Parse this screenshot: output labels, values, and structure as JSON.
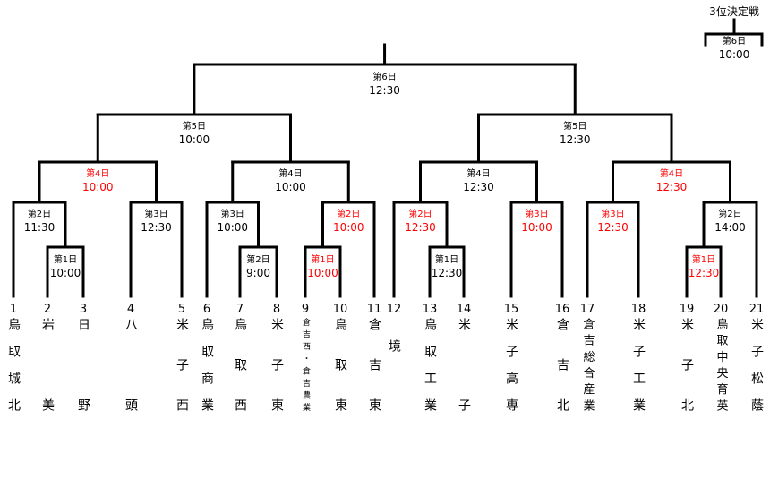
{
  "line_color": "#000000",
  "accent_red": "#ff0000",
  "third_place": {
    "title": "3位決定戦",
    "day": "第6日",
    "time": "10:00"
  },
  "final": {
    "day": "第6日",
    "time": "12:30",
    "red": false
  },
  "semis": [
    {
      "day": "第5日",
      "time": "10:00",
      "red": false
    },
    {
      "day": "第5日",
      "time": "12:30",
      "red": false
    }
  ],
  "quarters": [
    {
      "day": "第4日",
      "time": "10:00",
      "red": true
    },
    {
      "day": "第4日",
      "time": "10:00",
      "red": false
    },
    {
      "day": "第4日",
      "time": "12:30",
      "red": false
    },
    {
      "day": "第4日",
      "time": "12:30",
      "red": true
    }
  ],
  "round2": [
    {
      "day": "第2日",
      "time": "11:30",
      "red": false
    },
    {
      "day": "第3日",
      "time": "12:30",
      "red": false
    },
    {
      "day": "第3日",
      "time": "10:00",
      "red": false
    },
    {
      "day": "第2日",
      "time": "10:00",
      "red": true
    },
    {
      "day": "第2日",
      "time": "12:30",
      "red": true
    },
    {
      "day": "第3日",
      "time": "10:00",
      "red": true
    },
    {
      "day": "第3日",
      "time": "12:30",
      "red": true
    },
    {
      "day": "第2日",
      "time": "14:00",
      "red": false
    }
  ],
  "round1": [
    {
      "day": "第1日",
      "time": "10:00",
      "red": false
    },
    {
      "day": "第2日",
      "time": "9:00",
      "red": false
    },
    {
      "day": "第1日",
      "time": "10:00",
      "red": true
    },
    {
      "day": "第1日",
      "time": "12:30",
      "red": false
    },
    {
      "day": "第1日",
      "time": "12:30",
      "red": true
    }
  ],
  "teams": [
    {
      "num": "1",
      "name": "鳥取城北"
    },
    {
      "num": "2",
      "name": "岩美"
    },
    {
      "num": "3",
      "name": "日野"
    },
    {
      "num": "4",
      "name": "八頭"
    },
    {
      "num": "5",
      "name": "米子西"
    },
    {
      "num": "6",
      "name": "鳥取商業"
    },
    {
      "num": "7",
      "name": "鳥取西"
    },
    {
      "num": "8",
      "name": "米子東"
    },
    {
      "num": "9",
      "name": "倉吉西・倉吉農業"
    },
    {
      "num": "10",
      "name": "鳥取東"
    },
    {
      "num": "11",
      "name": "倉吉東"
    },
    {
      "num": "12",
      "name": "境"
    },
    {
      "num": "13",
      "name": "鳥取工業"
    },
    {
      "num": "14",
      "name": "米子"
    },
    {
      "num": "15",
      "name": "米子高専"
    },
    {
      "num": "16",
      "name": "倉吉北"
    },
    {
      "num": "17",
      "name": "倉吉総合産業"
    },
    {
      "num": "18",
      "name": "米子工業"
    },
    {
      "num": "19",
      "name": "米子北"
    },
    {
      "num": "20",
      "name": "鳥取中央育英"
    },
    {
      "num": "21",
      "name": "米子松蔭"
    }
  ]
}
